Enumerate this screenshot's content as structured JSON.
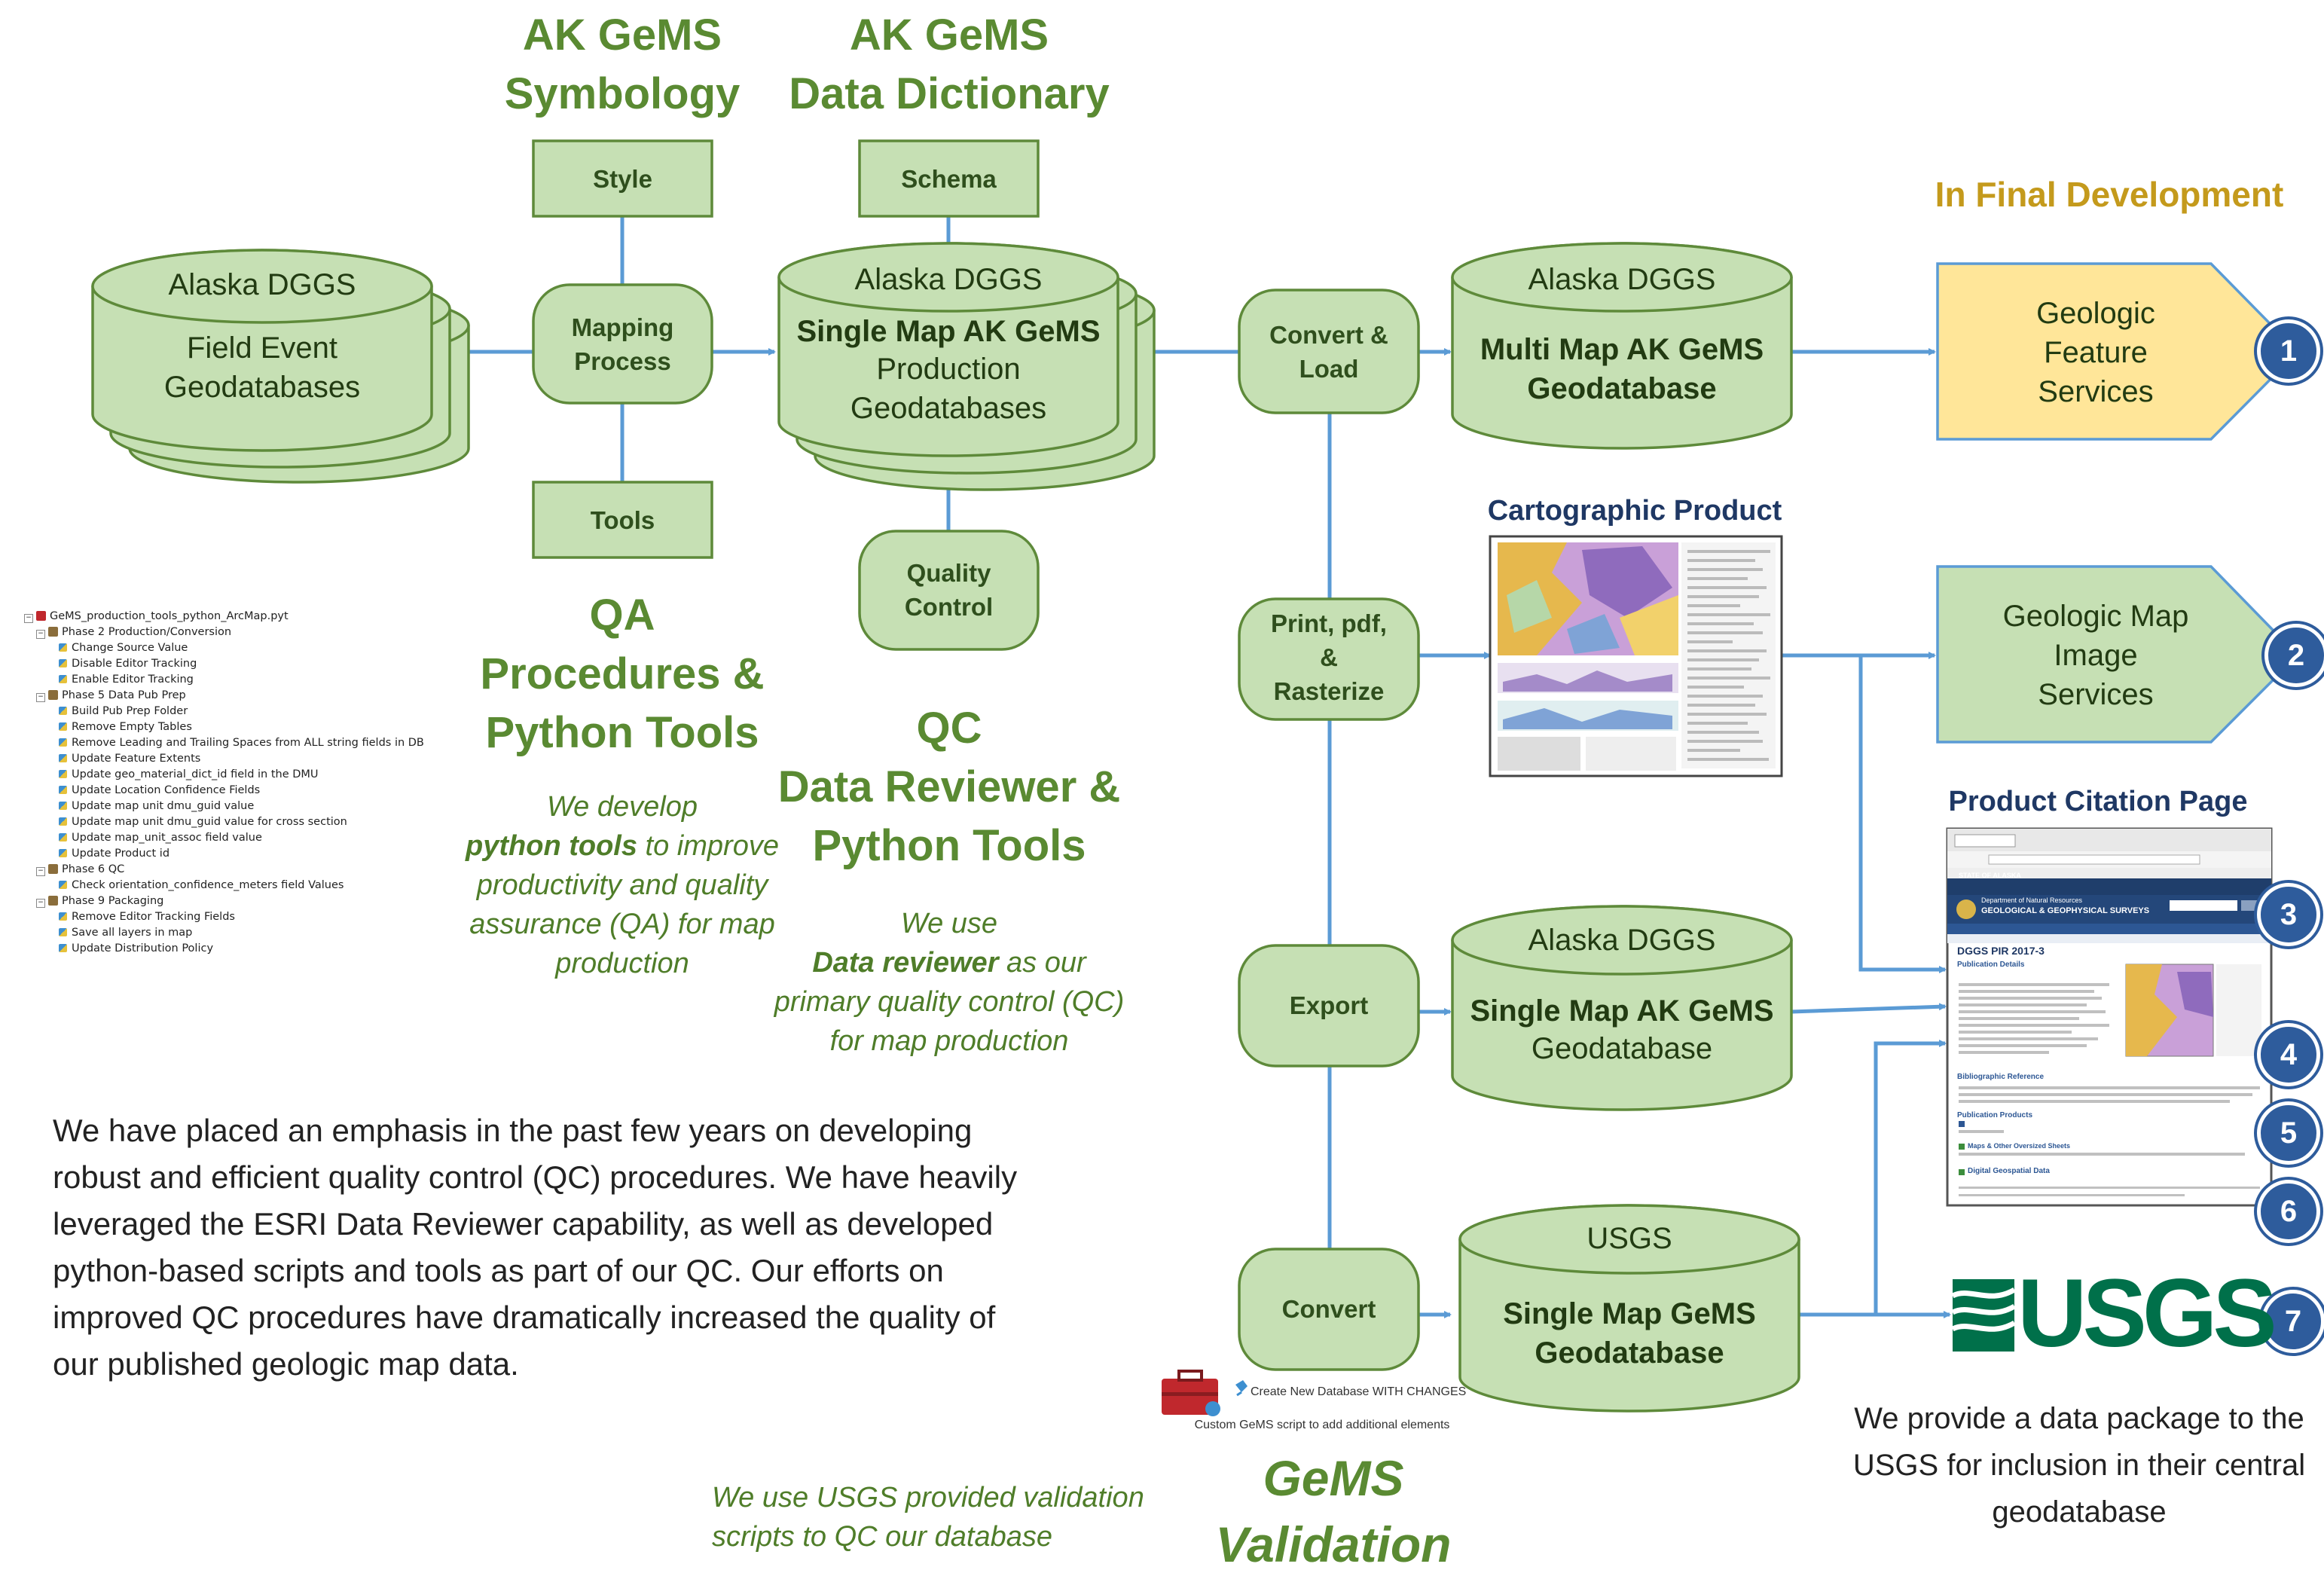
{
  "headers": {
    "symbology": "AK GeMS\nSymbology",
    "dictionary": "AK GeMS\nData Dictionary",
    "final_dev": "In Final Development",
    "cartographic": "Cartographic Product",
    "citation": "Product Citation Page",
    "qa": "QA\nProcedures &\nPython Tools",
    "qc": "QC\nData Reviewer &\nPython Tools",
    "validation": "GeMS\nValidation"
  },
  "boxes": {
    "style": "Style",
    "schema": "Schema",
    "tools": "Tools",
    "mapping": "Mapping\nProcess",
    "quality": "Quality\nControl",
    "convert_load": "Convert &\nLoad",
    "print": "Print, pdf,\n&\nRasterize",
    "export": "Export",
    "convert": "Convert"
  },
  "cylinders": {
    "field": {
      "top": "Alaska DGGS",
      "body": "Field Event\nGeodatabases"
    },
    "production": {
      "top": "Alaska DGGS",
      "bold": "Single Map AK GeMS",
      "body": "Production\nGeodatabases"
    },
    "multi": {
      "top": "Alaska DGGS",
      "bold": "Multi Map AK GeMS\nGeodatabase"
    },
    "single_ak": {
      "top": "Alaska DGGS",
      "bold": "Single Map AK GeMS",
      "body": "Geodatabase"
    },
    "usgs": {
      "top": "USGS",
      "bold": "Single Map GeMS\nGeodatabase"
    }
  },
  "services": {
    "feature": "Geologic\nFeature\nServices",
    "image": "Geologic Map\nImage\nServices"
  },
  "numbers": [
    "1",
    "2",
    "3",
    "4",
    "5",
    "6",
    "7"
  ],
  "notes": {
    "qa_note_1": "We develop",
    "qa_note_bold": "python tools",
    "qa_note_2": " to improve\nproductivity and  quality\nassurance (QA) for  map\nproduction",
    "qc_note_1": "We use",
    "qc_note_bold": "Data reviewer",
    "qc_note_2": " as our\nprimary quality control (QC)\nfor  map production",
    "validation_note": "We use USGS provided validation\nscripts to QC our database",
    "usgs_package": "We provide a data package to the\nUSGS for inclusion in their central\ngeodatabase",
    "custom_script_tool": "Create New Database WITH CHANGES",
    "custom_script_caption": "Custom GeMS script to add additional elements"
  },
  "paragraph": "We have placed an emphasis in the past few years on developing\nrobust and efficient quality control (QC) procedures. We have heavily\nleveraged the ESRI Data Reviewer capability, as well as developed\npython-based scripts and tools as part of our QC. Our efforts on\nimproved QC procedures have dramatically increased the quality of\nour published geologic map data.",
  "toolbox": {
    "root": "GeMS_production_tools_python_ArcMap.pyt",
    "groups": [
      {
        "label": "Phase 2 Production/Conversion",
        "items": [
          "Change Source Value",
          "Disable Editor Tracking",
          "Enable Editor Tracking"
        ]
      },
      {
        "label": "Phase 5 Data Pub Prep",
        "items": [
          "Build Pub Prep Folder",
          "Remove Empty Tables",
          "Remove Leading and Trailing Spaces from ALL string fields in DB",
          "Update Feature Extents",
          "Update geo_material_dict_id field in the DMU",
          "Update Location Confidence Fields",
          "Update map unit dmu_guid value",
          "Update map unit dmu_guid value for cross section",
          "Update map_unit_assoc field value",
          "Update Product id"
        ]
      },
      {
        "label": "Phase 6 QC",
        "items": [
          "Check orientation_confidence_meters field Values"
        ]
      },
      {
        "label": "Phase 9 Packaging",
        "items": [
          "Remove Editor Tracking Fields",
          "Save all layers in map",
          "Update Distribution Policy"
        ]
      }
    ]
  },
  "citation_page": {
    "org_small": "STATE OF",
    "org_state": "ALASKA",
    "dept": "Department of Natural Resources",
    "division": "GEOLOGICAL & GEOPHYSICAL SURVEYS",
    "pub_id": "DGGS PIR 2017-3",
    "sections": [
      "Publication Details",
      "Bibliographic Reference",
      "Publication Products",
      "Maps & Other Oversized Sheets",
      "Digital Geospatial Data"
    ]
  },
  "usgs_logo": "USGS",
  "colors": {
    "green_fill": "#c6e0b4",
    "green_stroke": "#5e8a3a",
    "yellow_fill": "#ffe699",
    "yellow_stroke": "#5b9bd5",
    "arrow": "#5b9bd5",
    "title_green": "#5a8a32",
    "gold": "#c49a1c",
    "circle_blue": "#2e5c9c",
    "usgs_green": "#00704a"
  }
}
